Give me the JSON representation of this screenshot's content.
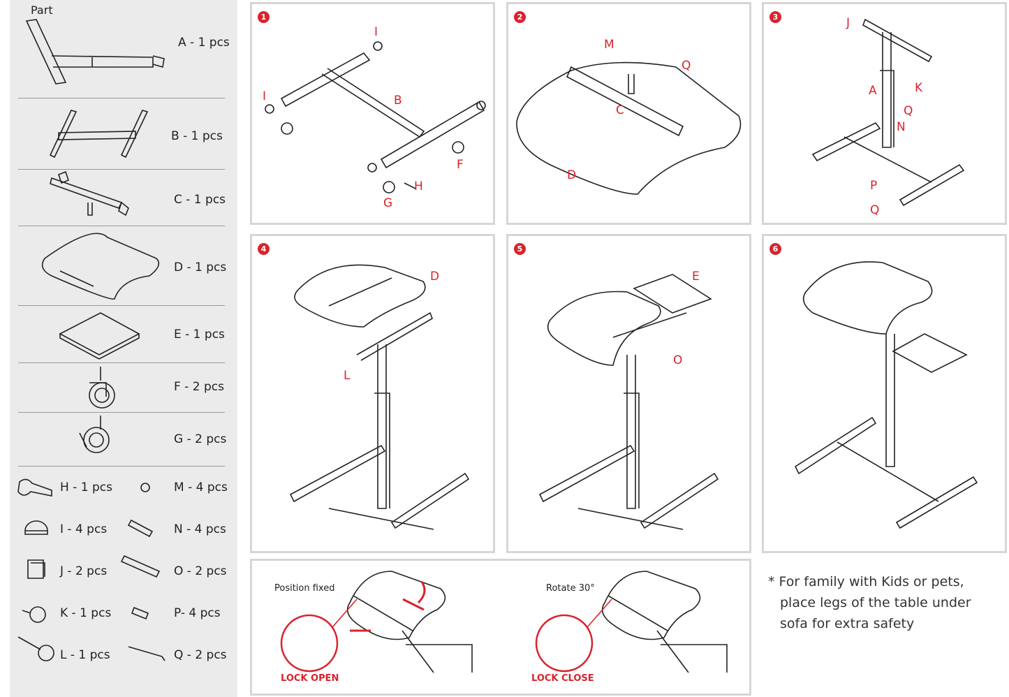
{
  "parts_panel": {
    "title": "Part",
    "large_parts": [
      "A - 1 pcs",
      "B - 1 pcs",
      "C - 1 pcs",
      "D - 1 pcs",
      "E - 1 pcs",
      "F - 2 pcs",
      "G - 2 pcs"
    ],
    "small_left": [
      "H - 1 pcs",
      "I - 4 pcs",
      "J - 2 pcs",
      "K - 1 pcs",
      "L - 1 pcs"
    ],
    "small_right": [
      "M - 4 pcs",
      "N - 4 pcs",
      "O - 2 pcs",
      "P- 4 pcs",
      "Q - 2 pcs"
    ]
  },
  "steps": [
    {
      "number": "1",
      "labels": [
        "I",
        "I",
        "B",
        "F",
        "G",
        "H"
      ]
    },
    {
      "number": "2",
      "labels": [
        "M",
        "Q",
        "C",
        "D"
      ]
    },
    {
      "number": "3",
      "labels": [
        "J",
        "A",
        "K",
        "Q",
        "N",
        "P",
        "Q"
      ]
    },
    {
      "number": "4",
      "labels": [
        "D",
        "L"
      ]
    },
    {
      "number": "5",
      "labels": [
        "E",
        "O"
      ]
    },
    {
      "number": "6",
      "labels": []
    }
  ],
  "lock_panel": {
    "left_caption": "Position fixed",
    "left_status": "LOCK OPEN",
    "right_caption": "Rotate 30°",
    "right_status": "LOCK CLOSE"
  },
  "note": {
    "line1": "* For family with Kids or pets,",
    "line2": "place legs of the table under",
    "line3": "sofa for extra safety"
  },
  "colors": {
    "accent": "#d9232d",
    "panel_border": "#d6d6d6",
    "parts_bg": "#ebebeb"
  }
}
